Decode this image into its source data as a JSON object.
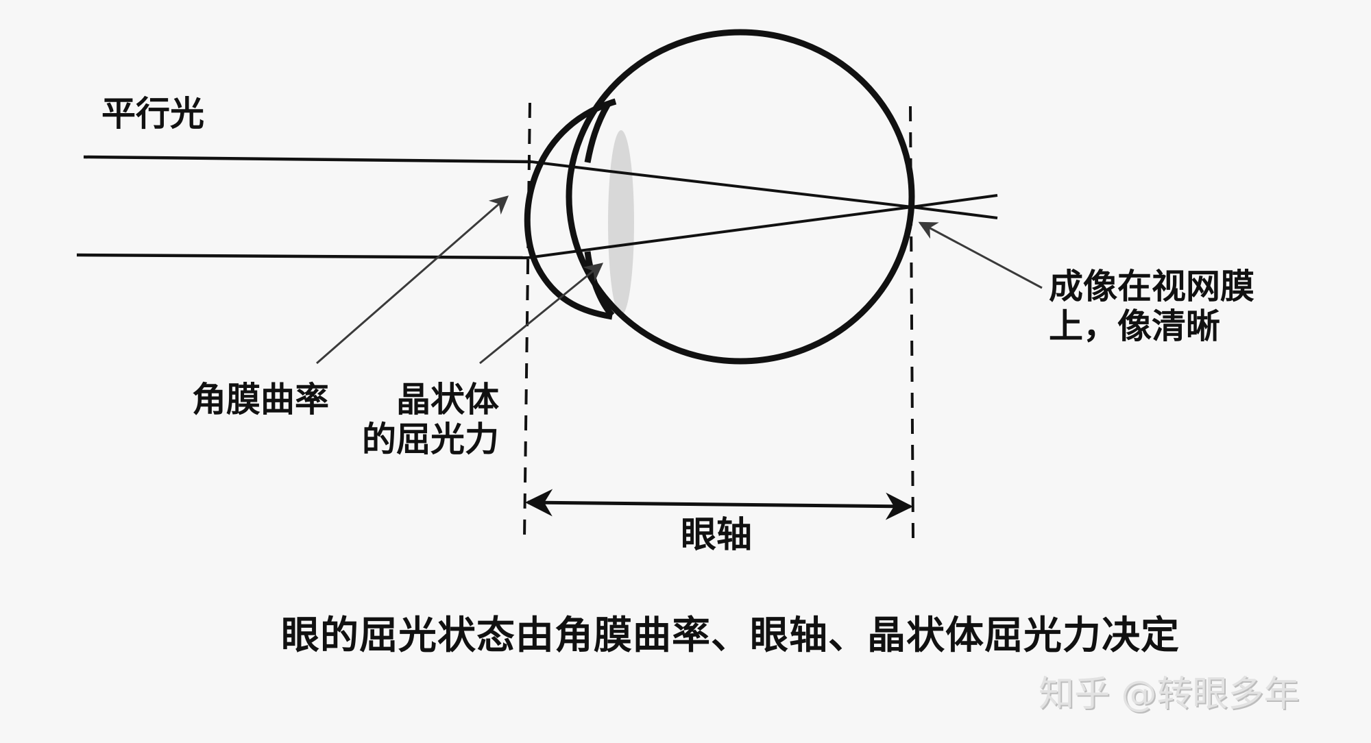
{
  "diagram": {
    "title_label": "平行光",
    "labels": {
      "cornea": "角膜曲率",
      "lens_line1": "晶状体",
      "lens_line2": "的屈光力",
      "retina_line1": "成像在视网膜",
      "retina_line2": "上，像清晰",
      "axis": "眼轴"
    },
    "caption": "眼的屈光状态由角膜曲率、眼轴、晶状体屈光力决定",
    "watermark": "知乎 @转眼多年",
    "elements": [
      "parallel-light-rays",
      "cornea",
      "crystalline-lens",
      "eyeball",
      "retina-focal-point",
      "axial-length-arrow",
      "dashed-reference-lines"
    ],
    "colors": {
      "background": "#f7f7f7",
      "stroke": "#111111",
      "lens_fill": "#d8d8d8",
      "pointer_arrow": "#3a3a3a"
    }
  }
}
